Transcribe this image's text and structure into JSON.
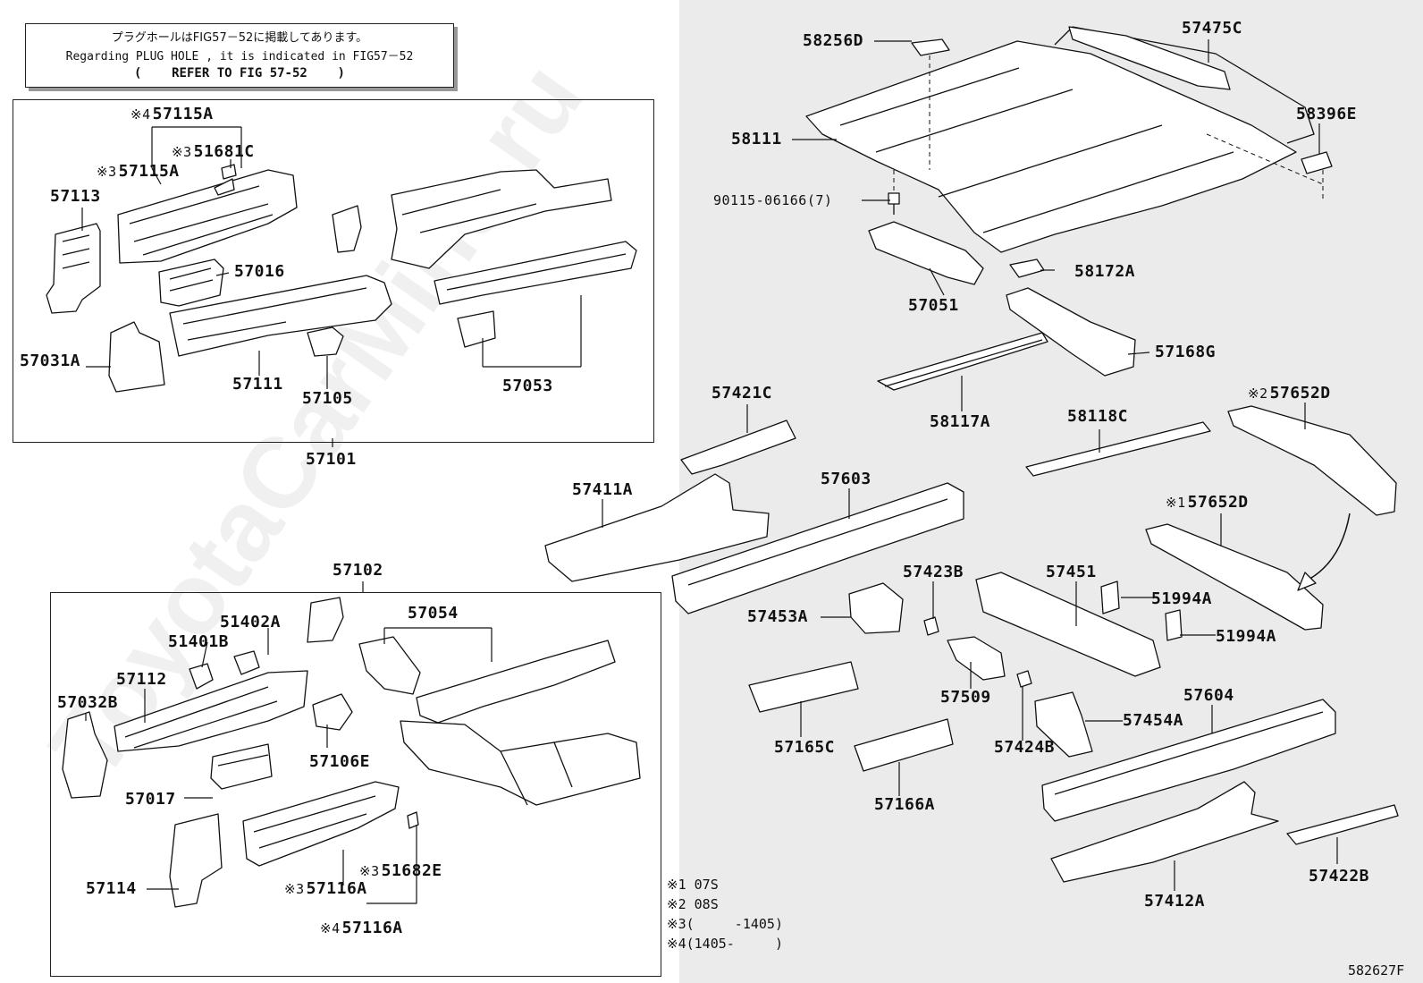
{
  "plug_note": {
    "japanese": "プラグホールはFIG57－52に掲載してあります。",
    "english": "Regarding PLUG HOLE , it is indicated in FIG57－52",
    "refer": "(    REFER TO FIG 57-52    )"
  },
  "watermark": "ToyotaCarMine.ru",
  "parts": {
    "p57115A_4": "57115A",
    "p51681C": "51681C",
    "p57115A_3": "57115A",
    "p57113": "57113",
    "p57016": "57016",
    "p57031A": "57031A",
    "p57111": "57111",
    "p57105": "57105",
    "p57053": "57053",
    "p57101": "57101",
    "p57102": "57102",
    "p57054": "57054",
    "p51402A": "51402A",
    "p51401B": "51401B",
    "p57112": "57112",
    "p57032B": "57032B",
    "p57106E": "57106E",
    "p57017": "57017",
    "p57114": "57114",
    "p51682E": "51682E",
    "p57116A_3": "57116A",
    "p57116A_4": "57116A",
    "p58256D": "58256D",
    "p57475C": "57475C",
    "p58111": "58111",
    "p58396E": "58396E",
    "p90115": "90115-06166(7)",
    "p58172A": "58172A",
    "p57051": "57051",
    "p57168G": "57168G",
    "p57421C": "57421C",
    "p58117A": "58117A",
    "p58118C": "58118C",
    "p57652D_2": "57652D",
    "p57411A": "57411A",
    "p57603": "57603",
    "p57652D_1": "57652D",
    "p57423B": "57423B",
    "p57451": "57451",
    "p51994A_1": "51994A",
    "p57453A": "57453A",
    "p51994A_2": "51994A",
    "p57509": "57509",
    "p57604": "57604",
    "p57454A": "57454A",
    "p57165C": "57165C",
    "p57424B": "57424B",
    "p57166A": "57166A",
    "p57422B": "57422B",
    "p57412A": "57412A"
  },
  "marks": {
    "m1": "※1",
    "m2": "※2",
    "m3": "※3",
    "m4": "※4"
  },
  "notes": [
    "※1 07S",
    "※2 08S",
    "※3(     -1405)",
    "※4(1405-     )"
  ],
  "figure_id": "582627F"
}
